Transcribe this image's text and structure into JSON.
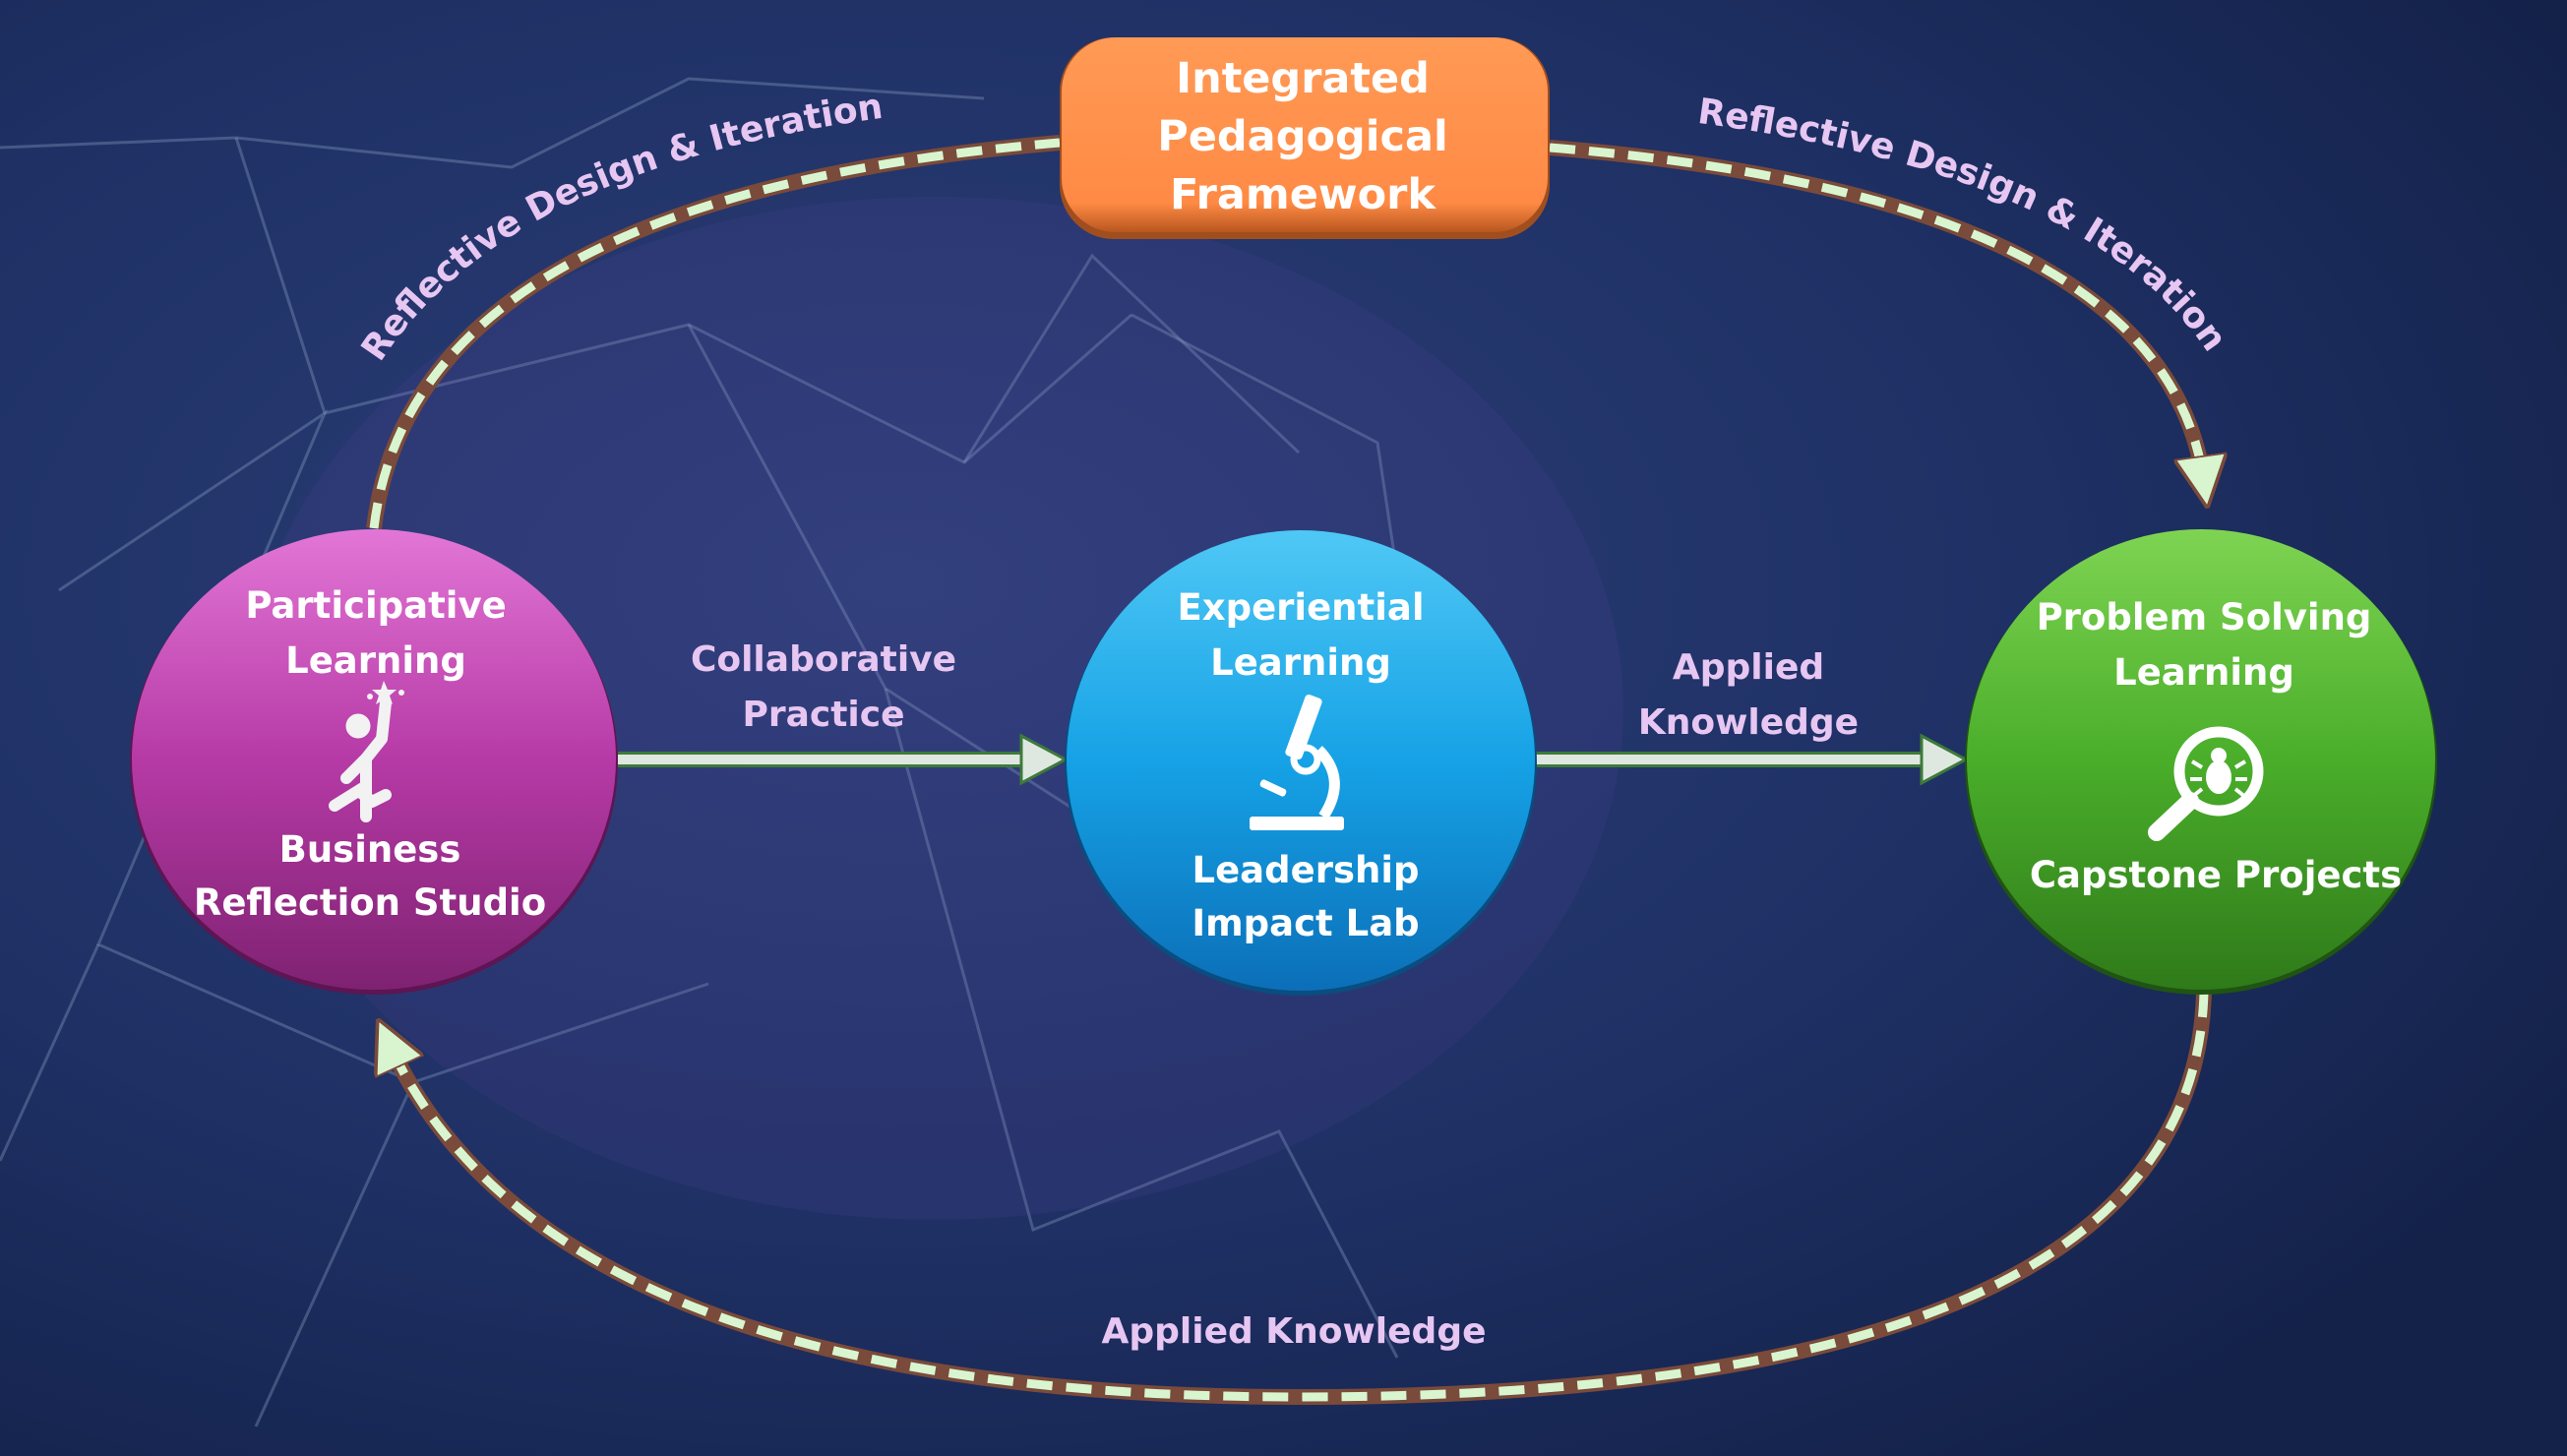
{
  "framework": {
    "title_lines": [
      "Integrated",
      "Pedagogical",
      "Framework"
    ]
  },
  "nodes": [
    {
      "title_lines": [
        "Participative",
        "Learning"
      ],
      "subtitle_lines": [
        "Business",
        "Reflection Studio"
      ],
      "icon": "person-reaching-stars-icon",
      "color": "#c040b0"
    },
    {
      "title_lines": [
        "Experiential",
        "Learning"
      ],
      "subtitle_lines": [
        "Leadership",
        "Impact Lab"
      ],
      "icon": "microscope-icon",
      "color": "#1aa6e6"
    },
    {
      "title_lines": [
        "Problem Solving",
        "Learning"
      ],
      "subtitle_lines": [
        "Capstone Projects"
      ],
      "icon": "magnifier-bug-icon",
      "color": "#4caf2c"
    }
  ],
  "connectors": {
    "top_left": "Reflective Design & Iteration",
    "top_right": "Reflective Design & Iteration",
    "left_to_middle": [
      "Collaborative",
      "Practice"
    ],
    "middle_to_right": [
      "Applied",
      "Knowledge"
    ],
    "bottom": "Applied Knowledge"
  },
  "colors": {
    "background": "#1b2b55",
    "framework_box": "#ff8a45",
    "dash": "#d8f5d0",
    "dash_outline": "#7a4a3a",
    "label": "#e7c6f2"
  }
}
